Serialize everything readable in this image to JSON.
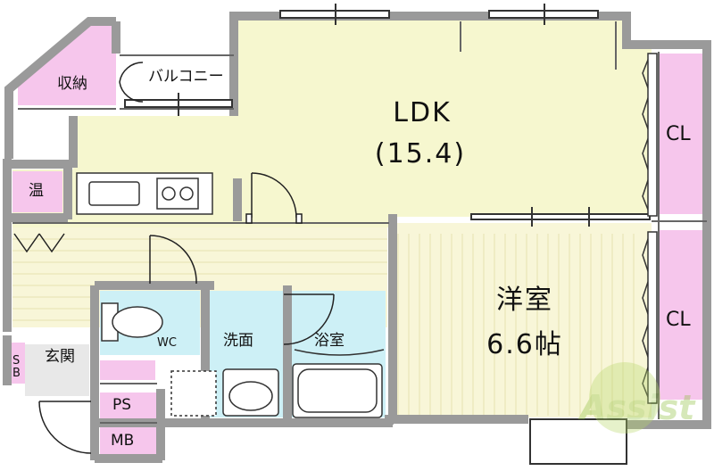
{
  "floorplan": {
    "colors": {
      "wall": "#9a9a9a",
      "wall_dark": "#666666",
      "ldk_floor": "#f6f7cf",
      "wood_floor": "#f8f6d8",
      "wet_area": "#cdf0f6",
      "storage": "#f6c6ec",
      "entrance_tile": "#e8e8e8",
      "window": "#444444"
    },
    "rooms": {
      "ldk_name": "LDK",
      "ldk_size": "(15.4)",
      "western_name": "洋室",
      "western_size": "6.6帖",
      "closet_1": "CL",
      "closet_2": "CL",
      "storage": "収納",
      "balcony": "バルコニー",
      "water_heater": "温",
      "toilet": "WC",
      "washroom": "洗面",
      "bathroom": "浴室",
      "entrance": "玄関",
      "shoe_box": "SB",
      "pipe_space": "PS",
      "meter_box": "MB"
    },
    "watermark": "Assist"
  }
}
